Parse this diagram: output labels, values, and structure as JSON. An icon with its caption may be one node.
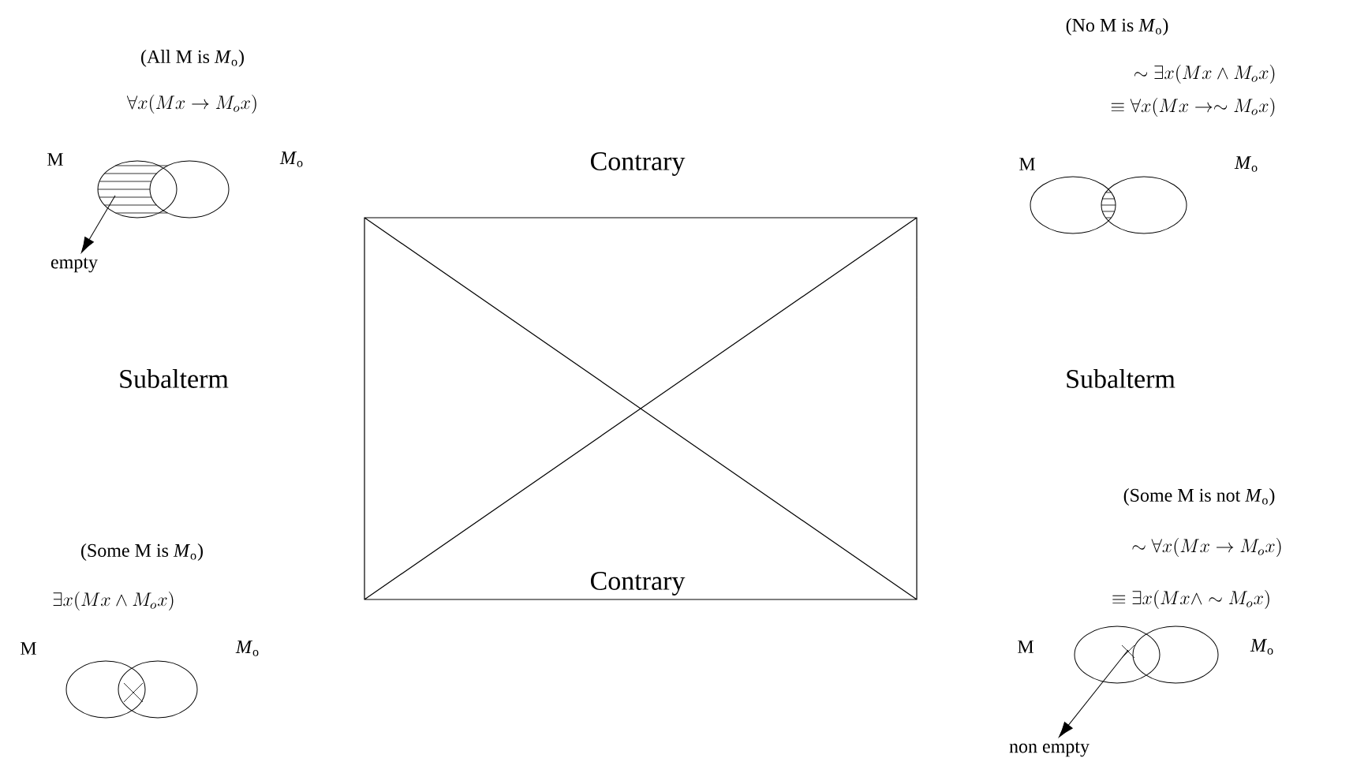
{
  "diagram": {
    "nodes": [
      {
        "text": [
          "empty"
        ]
      },
      {
        "text": [
          "non empty"
        ]
      }
    ],
    "edges": [
      {
        "from": null,
        "to": 0,
        "arrow": "to"
      },
      {
        "from": null,
        "to": 1,
        "arrow": "to"
      }
    ],
    "labels": [
      "(All M is *M*$_{o}$)",
      "\\forall x(Mx \\rightarrow M_ox)",
      "M",
      "*M*$_{o}$",
      "(No M is *M*$_{o}$)",
      "\\sim \\exists x(Mx \\wedge M_ox)",
      "\\equiv \\forall x(Mx \\rightarrow\\sim M_ox)",
      "M",
      "*M*$_{o}$",
      "Contrary",
      "Subalterm",
      "Subalterm",
      "Contrary",
      "(Some M is *M*$_{o}$)",
      "\\exists x(Mx \\wedge M_ox)",
      "M",
      "*M*$_{o}$",
      "(Some M is not *M*$_{o}$)",
      "\\sim \\forall x(Mx \\rightarrow M_ox)",
      "\\equiv \\exists x(Mx\\wedge \\sim M_ox)",
      "M",
      "*M*$_{o}$"
    ]
  }
}
